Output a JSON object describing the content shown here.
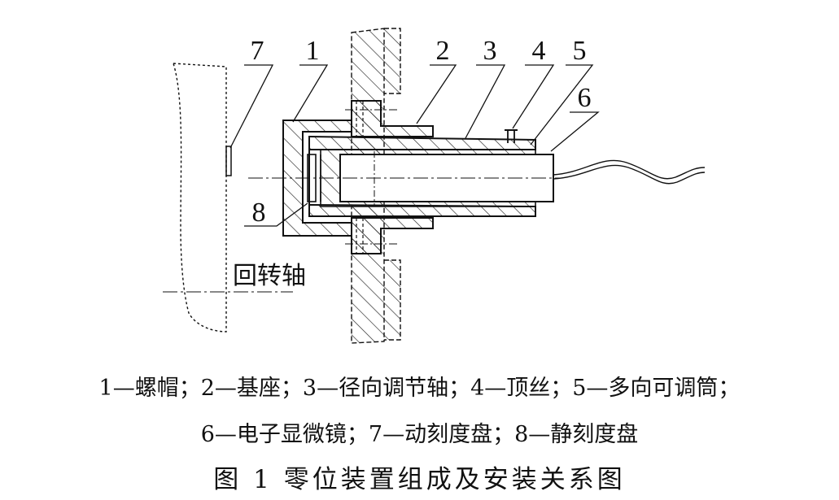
{
  "diagram": {
    "part_labels": [
      "1",
      "2",
      "3",
      "4",
      "5",
      "6",
      "7",
      "8"
    ],
    "axis_label": "回转轴"
  },
  "legend_line1": "1—螺帽；2—基座；3—径向调节轴；4—顶丝；5—多向可调筒；",
  "legend_line2": "6—电子显微镜；7—动刻度盘；8—静刻度盘",
  "figure_title": "图 1   零位装置组成及安装关系图",
  "colors": {
    "ink": "#111111",
    "background": "#ffffff"
  }
}
